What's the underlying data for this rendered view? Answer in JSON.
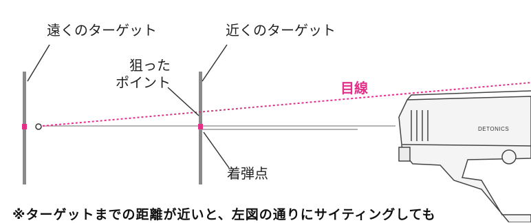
{
  "labels": {
    "far_target": "遠くのターゲット",
    "near_target": "近くのターゲット",
    "aim_point_line1": "狙った",
    "aim_point_line2": "ポイント",
    "sight_line": "目線",
    "impact_point": "着弾点",
    "gun_marking": "DETONICS",
    "footnote": "※ターゲットまでの距離が近いと、左図の通りにサイティングしても"
  },
  "colors": {
    "sight_line": "#e2308a",
    "target_post": "#808080",
    "trajectory": "#808080",
    "impact_marker": "#e2308a"
  }
}
